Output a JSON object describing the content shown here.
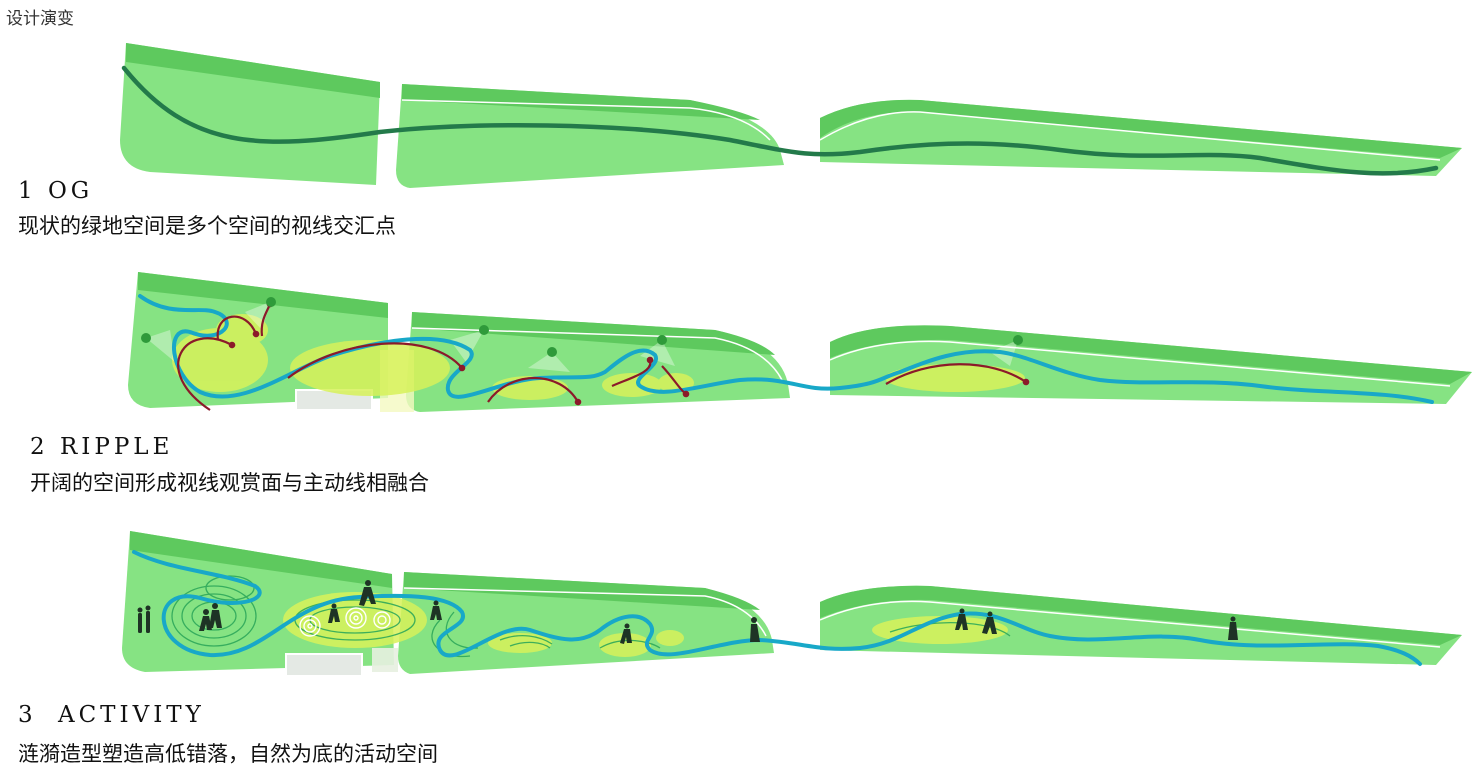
{
  "page_title": "设计演变",
  "stages": [
    {
      "number": "1",
      "title": "OG",
      "description": "现状的绿地空间是多个空间的视线交汇点"
    },
    {
      "number": "2",
      "title": "RIPPLE",
      "description": "开阔的空间形成视线观赏面与主动线相融合"
    },
    {
      "number": "3",
      "title": "ACTIVITY",
      "description": "涟漪造型塑造高低错落，自然为底的活动空间"
    }
  ],
  "colors": {
    "light_green": "#86e383",
    "dark_green_strip": "#5ec95e",
    "og_path": "#237a4a",
    "ripple_path": "#18a8c8",
    "yellow_zone": "#d8f25a",
    "sight_arrow": "#8b1a2a",
    "viewpoint": "#2f9a3a",
    "plaza": "#e4e9e4",
    "figure": "#1e3325"
  },
  "icons": [
    "viewpoint-icon",
    "person-icon",
    "sightline-arrow-icon",
    "ripple-ring-icon"
  ]
}
